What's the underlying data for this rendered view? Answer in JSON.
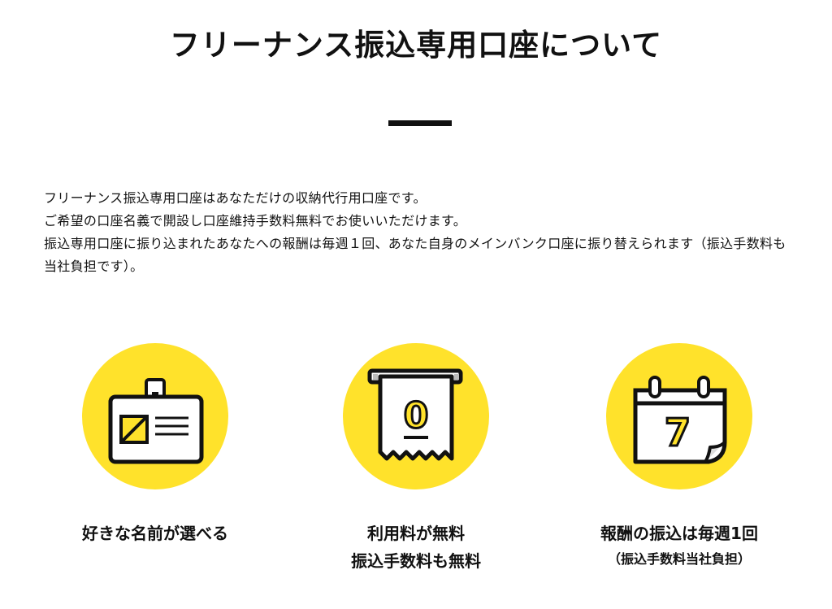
{
  "header": {
    "title": "フリーナンス振込専用口座について"
  },
  "intro": {
    "paragraphs": [
      "フリーナンス振込専用口座はあなただけの収納代行用口座です。",
      "ご希望の口座名義で開設し口座維持手数料無料でお使いいただけます。",
      "振込専用口座に振り込まれたあなたへの報酬は毎週１回、あなた自身のメインバンク口座に振り替えられます（振込手数料も当社負担です）。"
    ]
  },
  "features": [
    {
      "icon": "id-card-icon",
      "label_lines": [
        "好きな名前が選べる"
      ]
    },
    {
      "icon": "receipt-icon",
      "icon_text": "0",
      "label_lines": [
        "利用料が無料",
        "振込手数料も無料"
      ]
    },
    {
      "icon": "calendar-icon",
      "icon_text": "7",
      "label_lines": [
        "報酬の振込は毎週1回"
      ],
      "sublabel": "（振込手数料当社負担）"
    }
  ],
  "colors": {
    "accent_yellow": "#ffe22b",
    "text": "#111111"
  }
}
